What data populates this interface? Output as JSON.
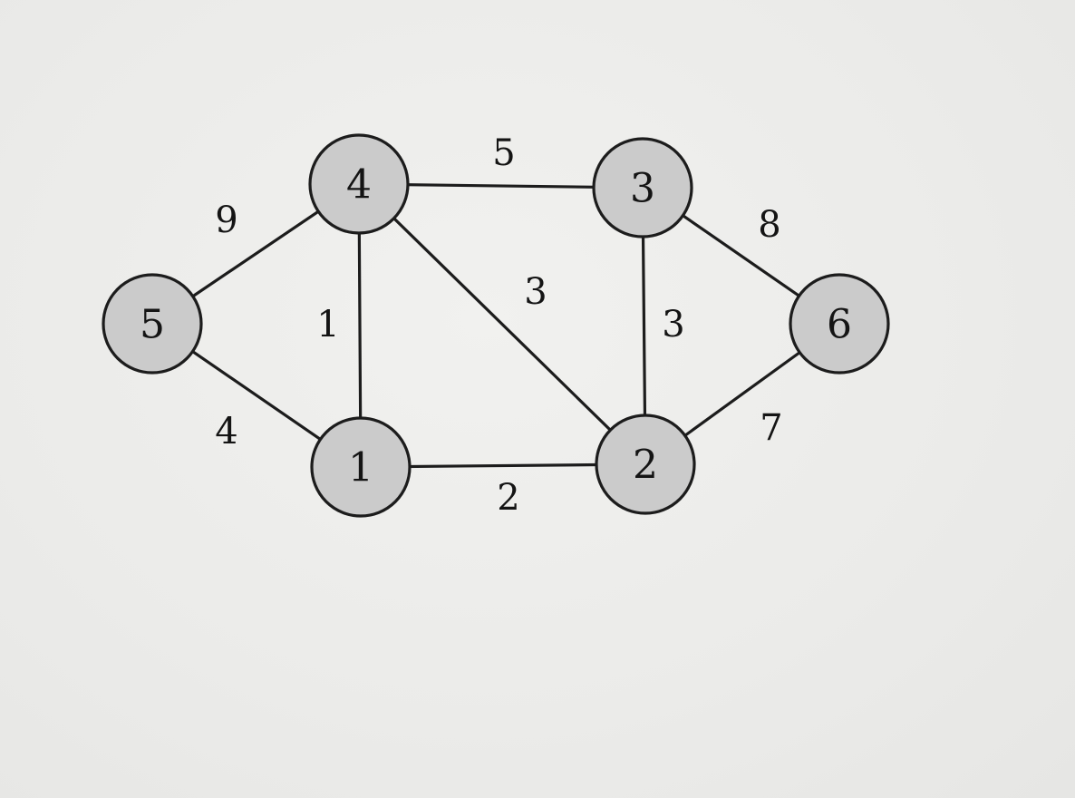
{
  "graph": {
    "nodes": [
      {
        "id": "1",
        "label": "1"
      },
      {
        "id": "2",
        "label": "2"
      },
      {
        "id": "3",
        "label": "3"
      },
      {
        "id": "4",
        "label": "4"
      },
      {
        "id": "5",
        "label": "5"
      },
      {
        "id": "6",
        "label": "6"
      }
    ],
    "edges": [
      {
        "from": "5",
        "to": "4",
        "weight": "9"
      },
      {
        "from": "5",
        "to": "1",
        "weight": "4"
      },
      {
        "from": "4",
        "to": "1",
        "weight": "1"
      },
      {
        "from": "4",
        "to": "3",
        "weight": "5"
      },
      {
        "from": "4",
        "to": "2",
        "weight": "3"
      },
      {
        "from": "1",
        "to": "2",
        "weight": "2"
      },
      {
        "from": "3",
        "to": "2",
        "weight": "3"
      },
      {
        "from": "3",
        "to": "6",
        "weight": "8"
      },
      {
        "from": "2",
        "to": "6",
        "weight": "7"
      }
    ]
  }
}
